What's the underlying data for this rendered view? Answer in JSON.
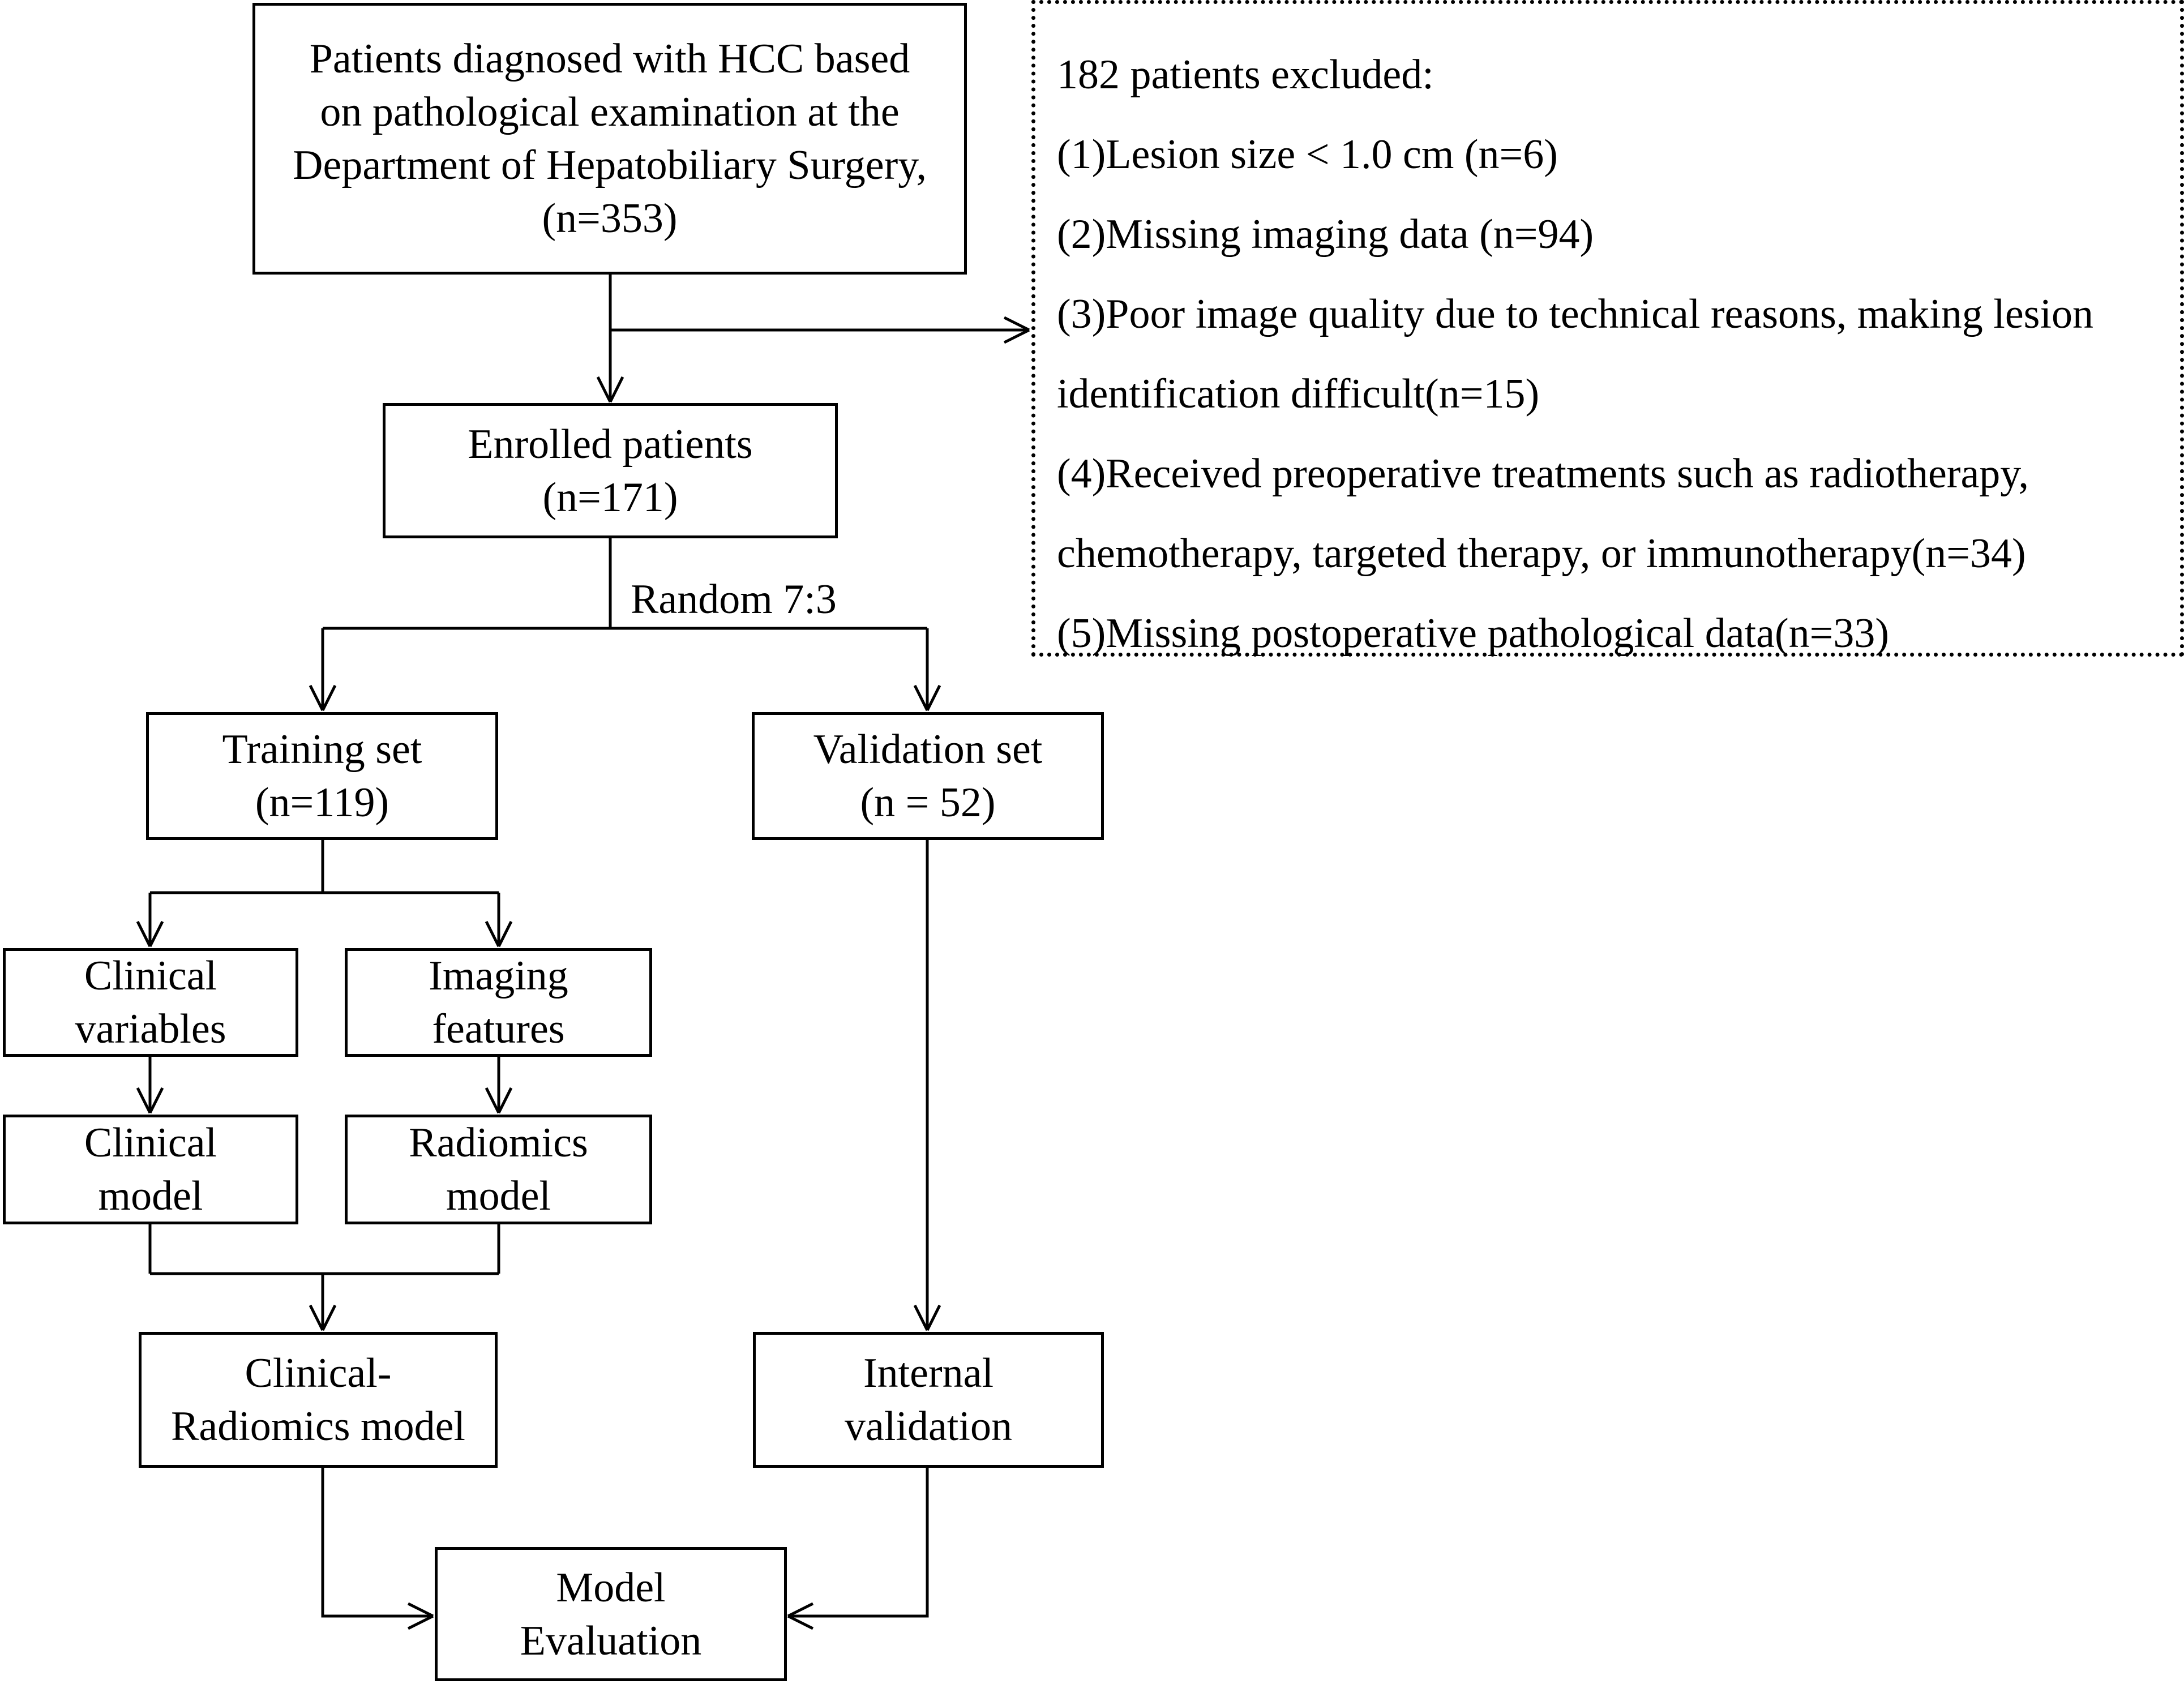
{
  "boxes": {
    "source": [
      "Patients diagnosed with HCC based",
      "on pathological examination at the",
      "Department of Hepatobiliary Surgery,",
      "(n=353)"
    ],
    "enrolled": [
      "Enrolled patients",
      "(n=171)"
    ],
    "training": [
      "Training set",
      "(n=119)"
    ],
    "validation": [
      "Validation set",
      "(n = 52)"
    ],
    "clinical_variables": [
      "Clinical",
      "variables"
    ],
    "imaging_features": [
      "Imaging",
      "features"
    ],
    "clinical_model": [
      "Clinical",
      "model"
    ],
    "radiomics_model": [
      "Radiomics",
      "model"
    ],
    "combined_model": [
      "Clinical-",
      "Radiomics model"
    ],
    "internal_validation": [
      "Internal",
      "validation"
    ],
    "model_evaluation": [
      "Model",
      "Evaluation"
    ]
  },
  "split_label": "Random 7:3",
  "exclusion": {
    "title": "182 patients excluded:",
    "lines": [
      "(1)Lesion size < 1.0 cm (n=6)",
      "(2)Missing imaging data (n=94)",
      "(3)Poor image quality due to technical reasons, making lesion",
      "identification difficult(n=15)",
      "(4)Received preoperative treatments such as radiotherapy,",
      "chemotherapy, targeted therapy, or immunotherapy(n=34)",
      "(5)Missing postoperative pathological data(n=33)"
    ]
  }
}
